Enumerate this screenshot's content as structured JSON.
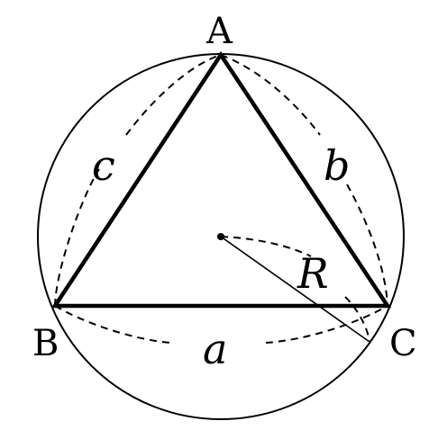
{
  "vertices": {
    "A": "A",
    "B": "B",
    "C": "C"
  },
  "sides": {
    "a": "a",
    "b": "b",
    "c": "c"
  },
  "radius_label": "R"
}
